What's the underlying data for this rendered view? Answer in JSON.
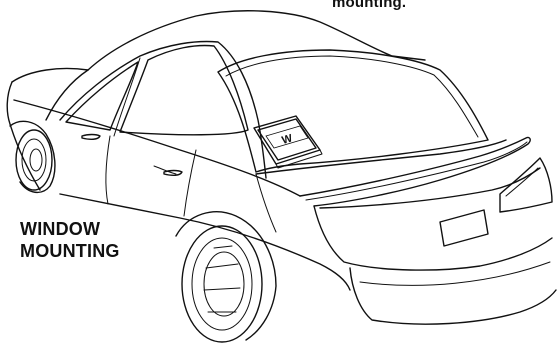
{
  "diagram": {
    "top_text": "mounting.",
    "label_line1": "WINDOW",
    "label_line2": "MOUNTING",
    "amp_logo": "W"
  }
}
